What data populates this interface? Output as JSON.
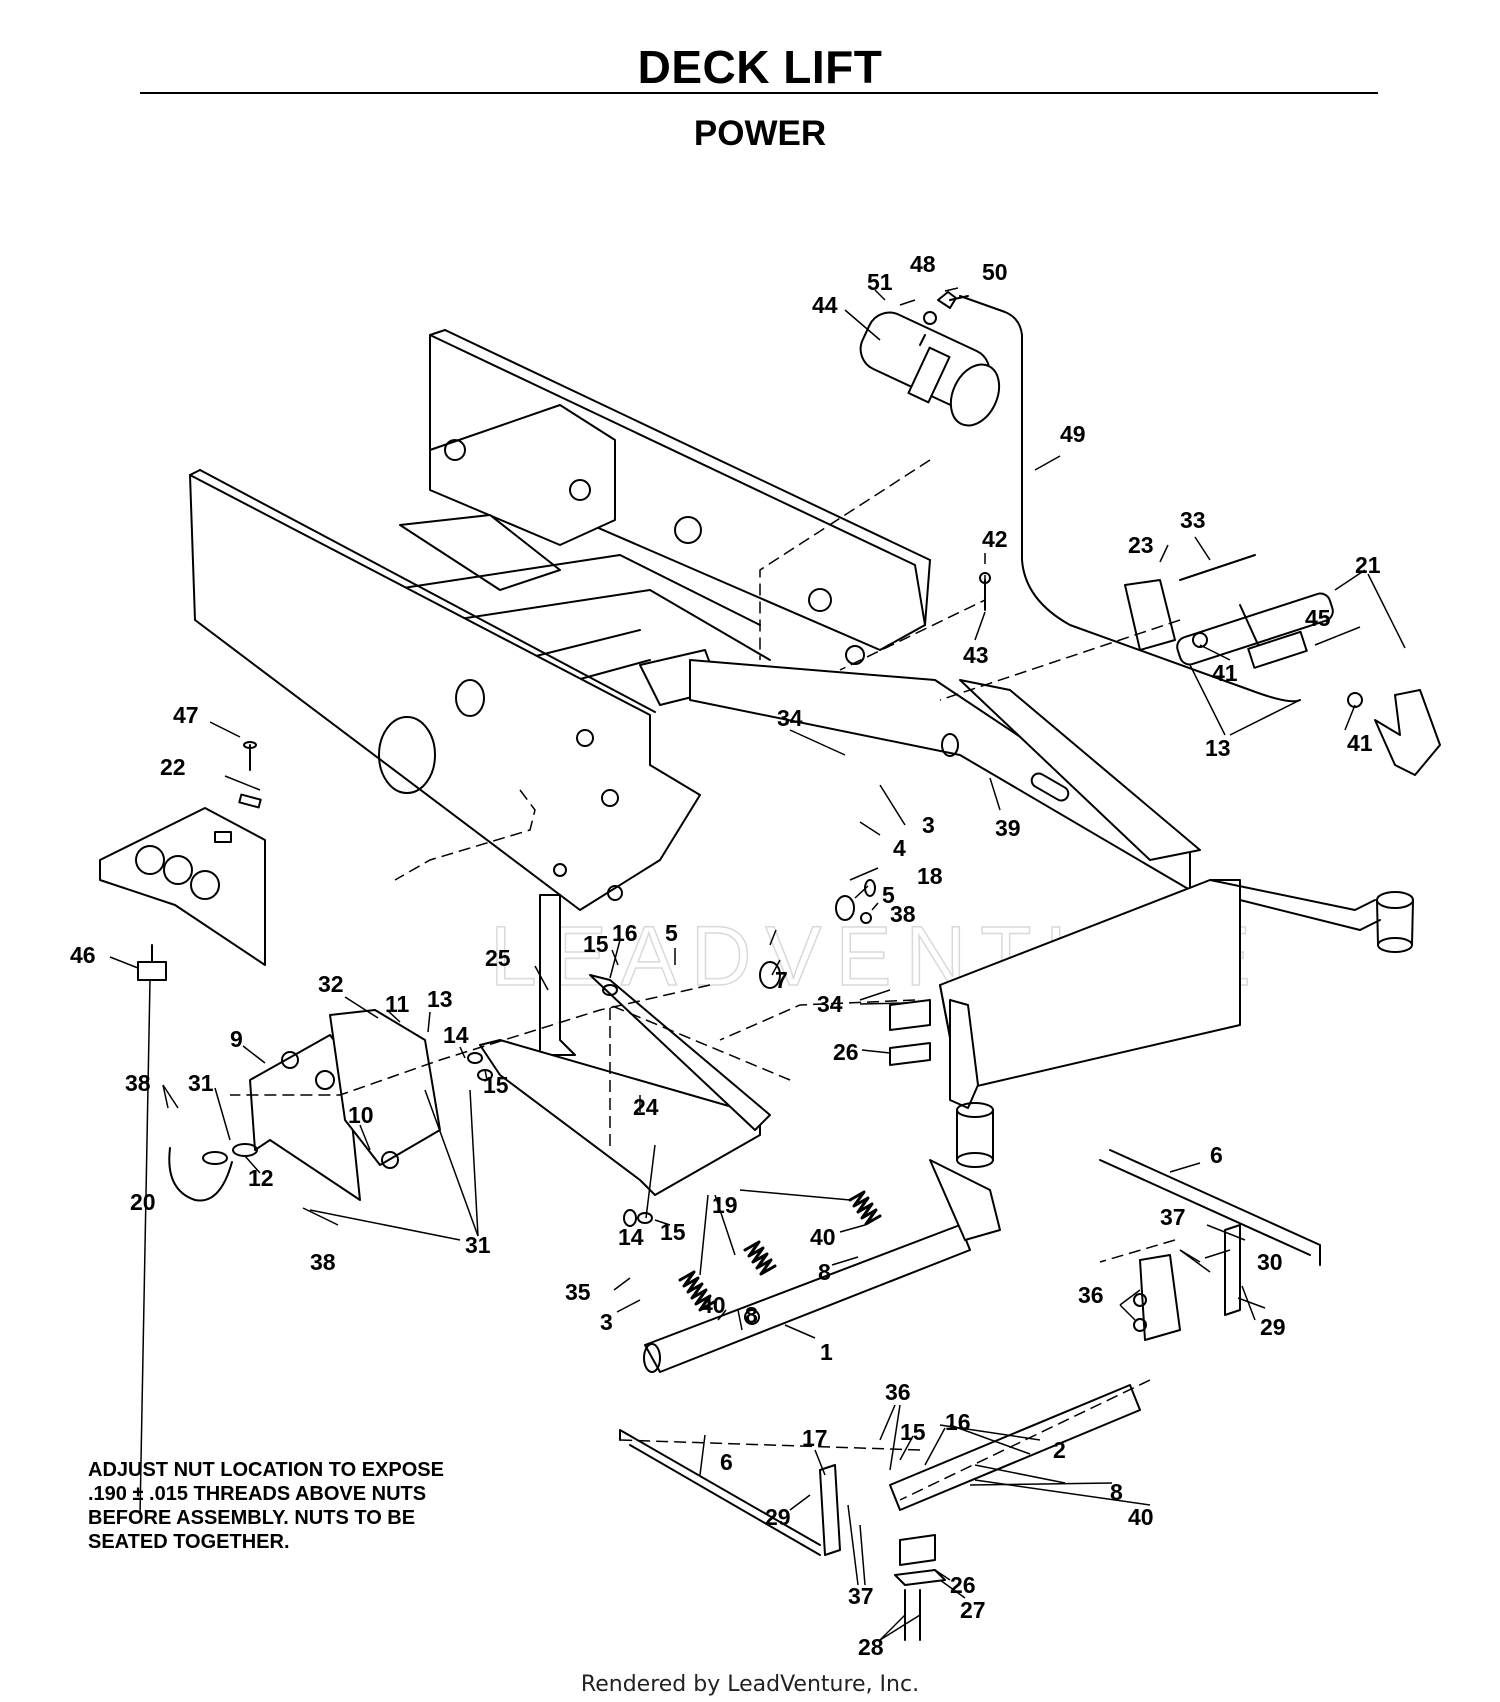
{
  "title": "DECK LIFT",
  "subtitle": "POWER",
  "note_lines": [
    "ADJUST NUT LOCATION TO EXPOSE",
    ".190 ± .015 THREADS ABOVE NUTS",
    "BEFORE ASSEMBLY. NUTS TO BE",
    "SEATED TOGETHER."
  ],
  "footer": "Rendered by LeadVenture, Inc.",
  "watermark": "LEADVENTURE",
  "callouts": {
    "c1": "1",
    "c2": "2",
    "c3a": "3",
    "c3b": "3",
    "c4": "4",
    "c5a": "5",
    "c5b": "5",
    "c6a": "6",
    "c6b": "6",
    "c7": "7",
    "c8a": "8",
    "c8b": "8",
    "c8c": "8",
    "c9": "9",
    "c10": "10",
    "c11": "11",
    "c12": "12",
    "c13a": "13",
    "c13b": "13",
    "c14a": "14",
    "c14b": "14",
    "c15a": "15",
    "c15b": "15",
    "c15c": "15",
    "c15d": "15",
    "c16a": "16",
    "c16b": "16",
    "c17": "17",
    "c18": "18",
    "c19": "19",
    "c20": "20",
    "c21": "21",
    "c22": "22",
    "c23": "23",
    "c24": "24",
    "c25": "25",
    "c26a": "26",
    "c26b": "26",
    "c27": "27",
    "c28": "28",
    "c29a": "29",
    "c29b": "29",
    "c30": "30",
    "c31a": "31",
    "c31b": "31",
    "c32": "32",
    "c33": "33",
    "c34a": "34",
    "c34b": "34",
    "c35": "35",
    "c36a": "36",
    "c36b": "36",
    "c37a": "37",
    "c37b": "37",
    "c38a": "38",
    "c38b": "38",
    "c38c": "38",
    "c39": "39",
    "c40a": "40",
    "c40b": "40",
    "c40c": "40",
    "c41a": "41",
    "c41b": "41",
    "c42": "42",
    "c43": "43",
    "c44": "44",
    "c45": "45",
    "c46": "46",
    "c47": "47",
    "c48": "48",
    "c49": "49",
    "c50": "50",
    "c51": "51"
  }
}
